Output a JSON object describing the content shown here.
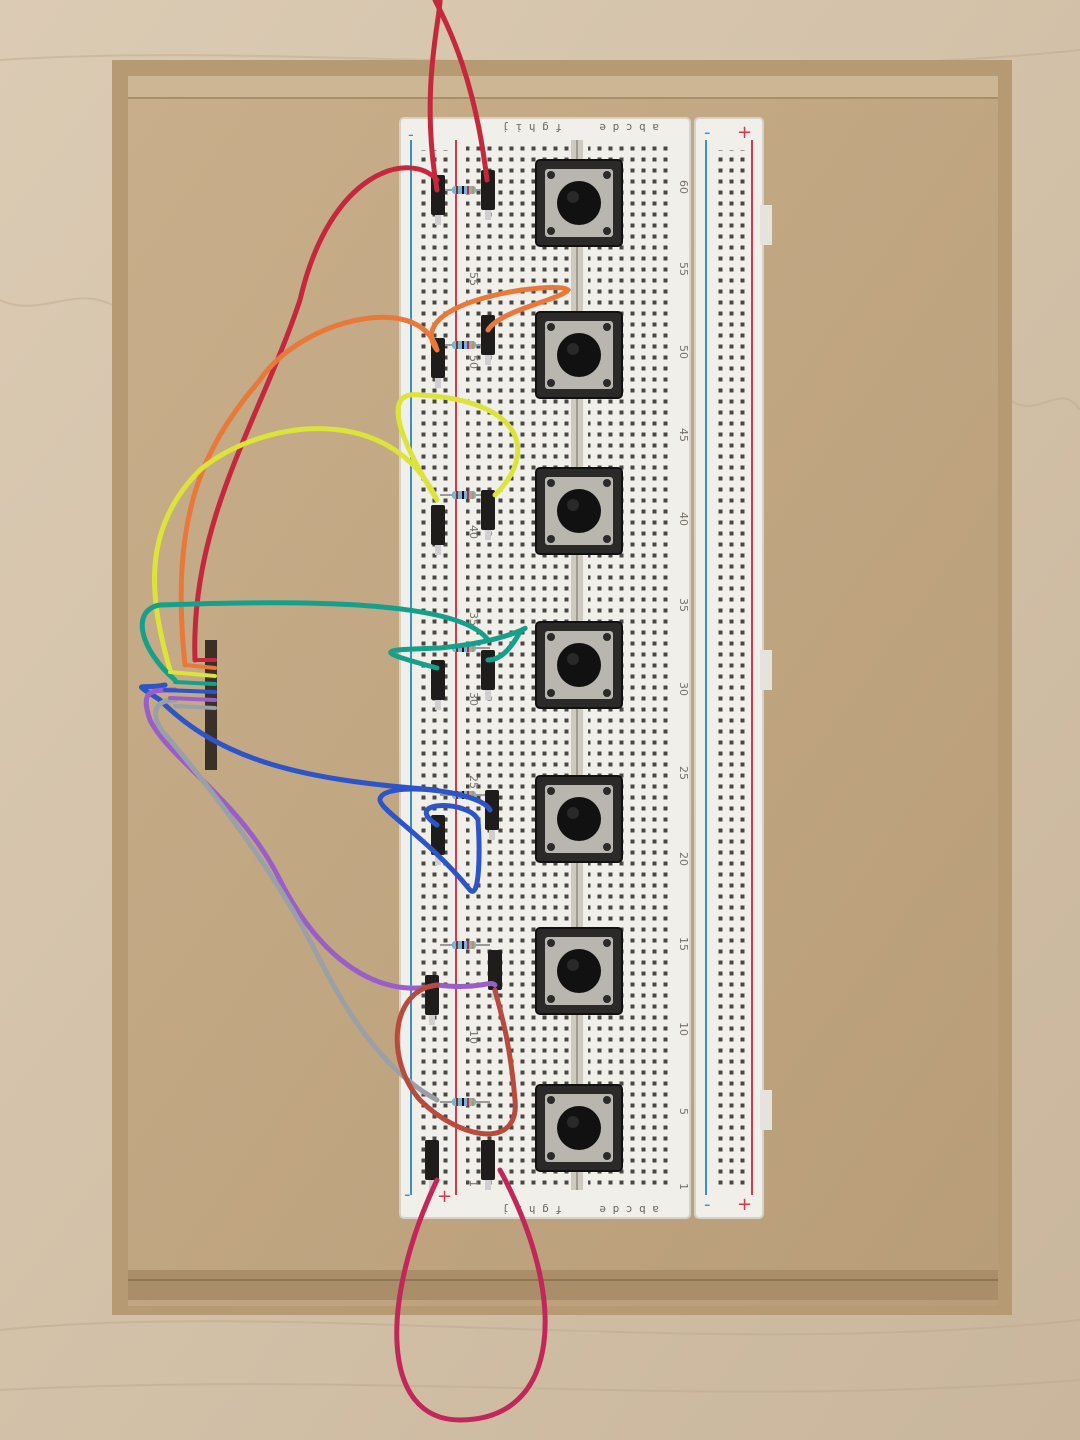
{
  "breadboard": {
    "top_columns": "f g h i j",
    "top_columns_right": "a b c d e",
    "bottom_columns": "f g h i j",
    "bottom_columns_right": "a b c d e",
    "rail_left_top": "-",
    "rail_left_bottom_minus": "-",
    "rail_left_bottom_plus": "+",
    "rail_right_top_minus": "-",
    "rail_right_top_plus": "+",
    "rail_right_bottom_minus": "-",
    "rail_right_bottom_plus": "+",
    "row_numbers_left": [
      "55",
      "50",
      "40",
      "35",
      "30",
      "25",
      "10",
      "1"
    ],
    "row_numbers_right": [
      "60",
      "55",
      "50",
      "45",
      "40",
      "35",
      "30",
      "25",
      "20",
      "15",
      "10",
      "5",
      "1"
    ]
  },
  "buttons": [
    {
      "id": "button-1"
    },
    {
      "id": "button-2"
    },
    {
      "id": "button-3"
    },
    {
      "id": "button-4"
    },
    {
      "id": "button-5"
    },
    {
      "id": "button-6"
    },
    {
      "id": "button-7"
    }
  ],
  "wire_colors": {
    "red": "#c4283c",
    "orange": "#e8793a",
    "yellow": "#dce33a",
    "teal": "#16a08a",
    "blue": "#2d55c7",
    "purple": "#9a5ec9",
    "gray": "#9aa0a6",
    "brown_red": "#b84a3e",
    "magenta": "#c2275a"
  },
  "colors": {
    "desk": "#d3c2ab",
    "cardboard": "#c2a883",
    "breadboard": "#f3f1ec",
    "rail_red": "#d9364a",
    "rail_blue": "#3a8fd1",
    "button_body": "#2b2a29",
    "button_cap": "#111111"
  }
}
